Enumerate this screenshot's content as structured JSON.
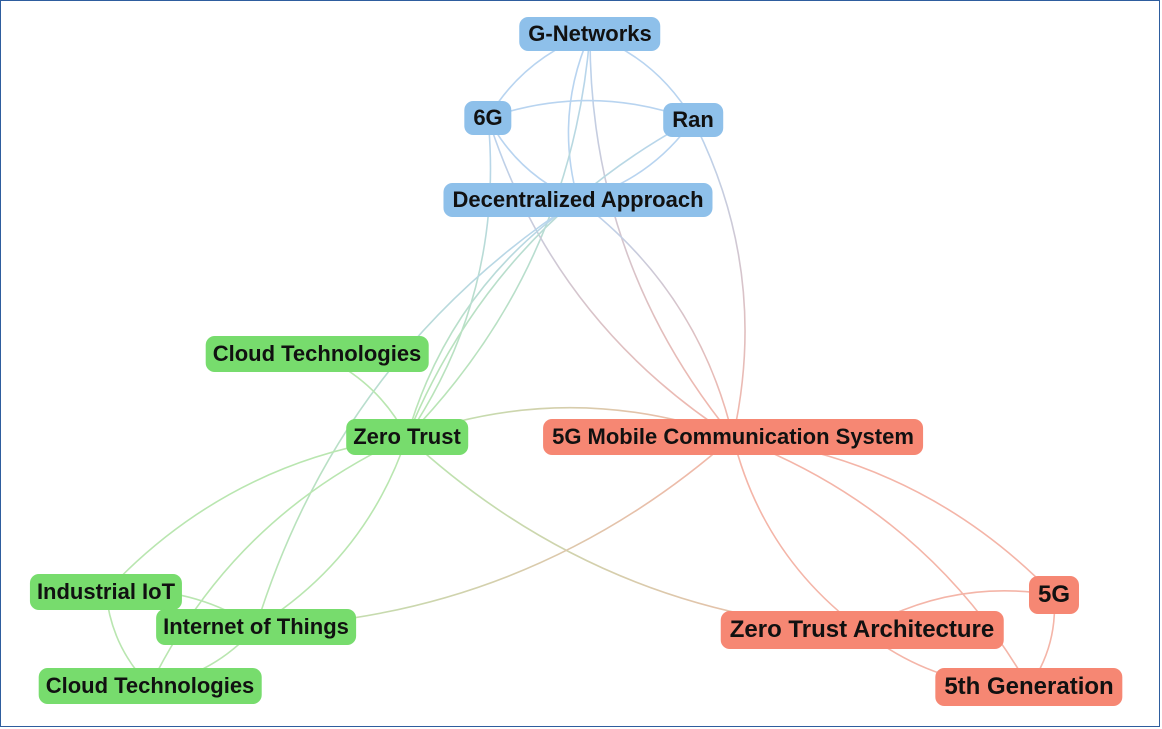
{
  "colors": {
    "blue": "#8ec0ea",
    "green": "#77dc6d",
    "red": "#f68773",
    "edge_blue": "#b8d4f0",
    "edge_green": "#b9e6b0",
    "edge_red": "#f4b5a8",
    "frame": "#2e5d9e"
  },
  "nodes": [
    {
      "id": "g_networks",
      "label": "G-Networks",
      "cluster": "blue"
    },
    {
      "id": "six_g",
      "label": "6G",
      "cluster": "blue"
    },
    {
      "id": "ran",
      "label": "Ran",
      "cluster": "blue"
    },
    {
      "id": "decentralized",
      "label": "Decentralized Approach",
      "cluster": "blue"
    },
    {
      "id": "cloud_tech_1",
      "label": "Cloud Technologies",
      "cluster": "green"
    },
    {
      "id": "zero_trust",
      "label": "Zero Trust",
      "cluster": "green"
    },
    {
      "id": "industrial_iot",
      "label": "Industrial IoT",
      "cluster": "green"
    },
    {
      "id": "iot",
      "label": "Internet of Things",
      "cluster": "green"
    },
    {
      "id": "cloud_tech_2",
      "label": "Cloud Technologies",
      "cluster": "green"
    },
    {
      "id": "fiveg_mobile",
      "label": "5G Mobile Communication System",
      "cluster": "red"
    },
    {
      "id": "five_g",
      "label": "5G",
      "cluster": "red"
    },
    {
      "id": "zta",
      "label": "Zero Trust Architecture",
      "cluster": "red"
    },
    {
      "id": "fifth_gen",
      "label": "5th Generation",
      "cluster": "red"
    }
  ],
  "edges": [
    [
      "g_networks",
      "six_g"
    ],
    [
      "g_networks",
      "ran"
    ],
    [
      "g_networks",
      "decentralized"
    ],
    [
      "g_networks",
      "zero_trust"
    ],
    [
      "g_networks",
      "fiveg_mobile"
    ],
    [
      "six_g",
      "ran"
    ],
    [
      "six_g",
      "decentralized"
    ],
    [
      "six_g",
      "zero_trust"
    ],
    [
      "six_g",
      "fiveg_mobile"
    ],
    [
      "ran",
      "decentralized"
    ],
    [
      "ran",
      "zero_trust"
    ],
    [
      "ran",
      "fiveg_mobile"
    ],
    [
      "decentralized",
      "zero_trust"
    ],
    [
      "decentralized",
      "fiveg_mobile"
    ],
    [
      "decentralized",
      "iot"
    ],
    [
      "cloud_tech_1",
      "zero_trust"
    ],
    [
      "zero_trust",
      "industrial_iot"
    ],
    [
      "zero_trust",
      "iot"
    ],
    [
      "zero_trust",
      "cloud_tech_2"
    ],
    [
      "zero_trust",
      "fiveg_mobile"
    ],
    [
      "zero_trust",
      "zta"
    ],
    [
      "industrial_iot",
      "iot"
    ],
    [
      "industrial_iot",
      "cloud_tech_2"
    ],
    [
      "iot",
      "cloud_tech_2"
    ],
    [
      "iot",
      "fiveg_mobile"
    ],
    [
      "fiveg_mobile",
      "five_g"
    ],
    [
      "fiveg_mobile",
      "zta"
    ],
    [
      "fiveg_mobile",
      "fifth_gen"
    ],
    [
      "five_g",
      "zta"
    ],
    [
      "five_g",
      "fifth_gen"
    ],
    [
      "zta",
      "fifth_gen"
    ]
  ]
}
